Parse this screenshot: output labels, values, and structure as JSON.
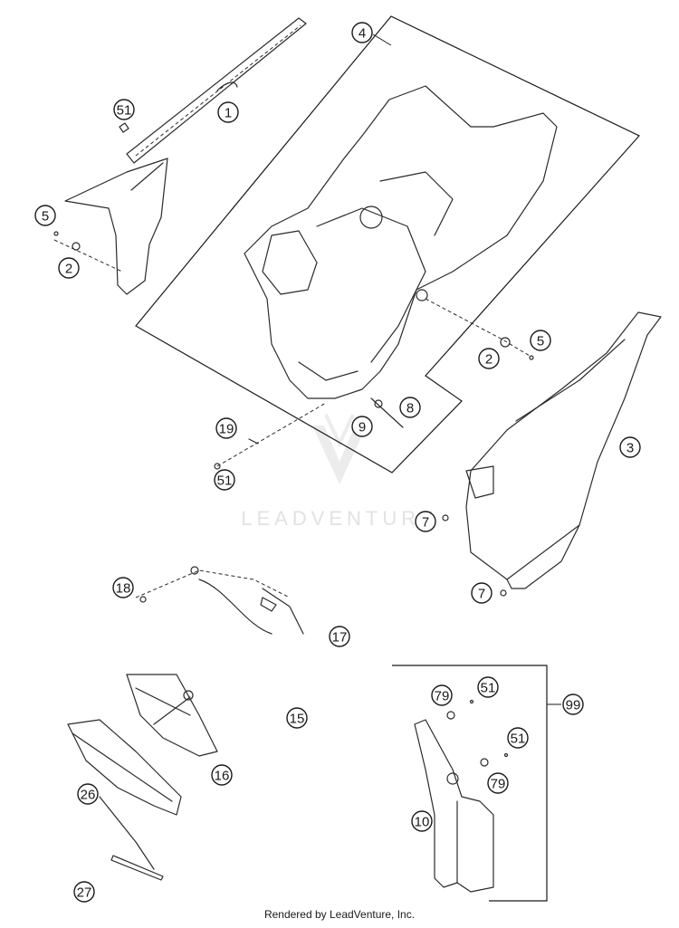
{
  "watermark": {
    "text": "LEADVENTURE"
  },
  "footer": {
    "credit": "Rendered by LeadVenture, Inc."
  },
  "callouts": [
    "1",
    "51",
    "5",
    "2",
    "4",
    "2",
    "5",
    "8",
    "9",
    "19",
    "51",
    "3",
    "7",
    "7",
    "18",
    "17",
    "15",
    "16",
    "26",
    "27",
    "79",
    "51",
    "99",
    "51",
    "79",
    "10"
  ]
}
